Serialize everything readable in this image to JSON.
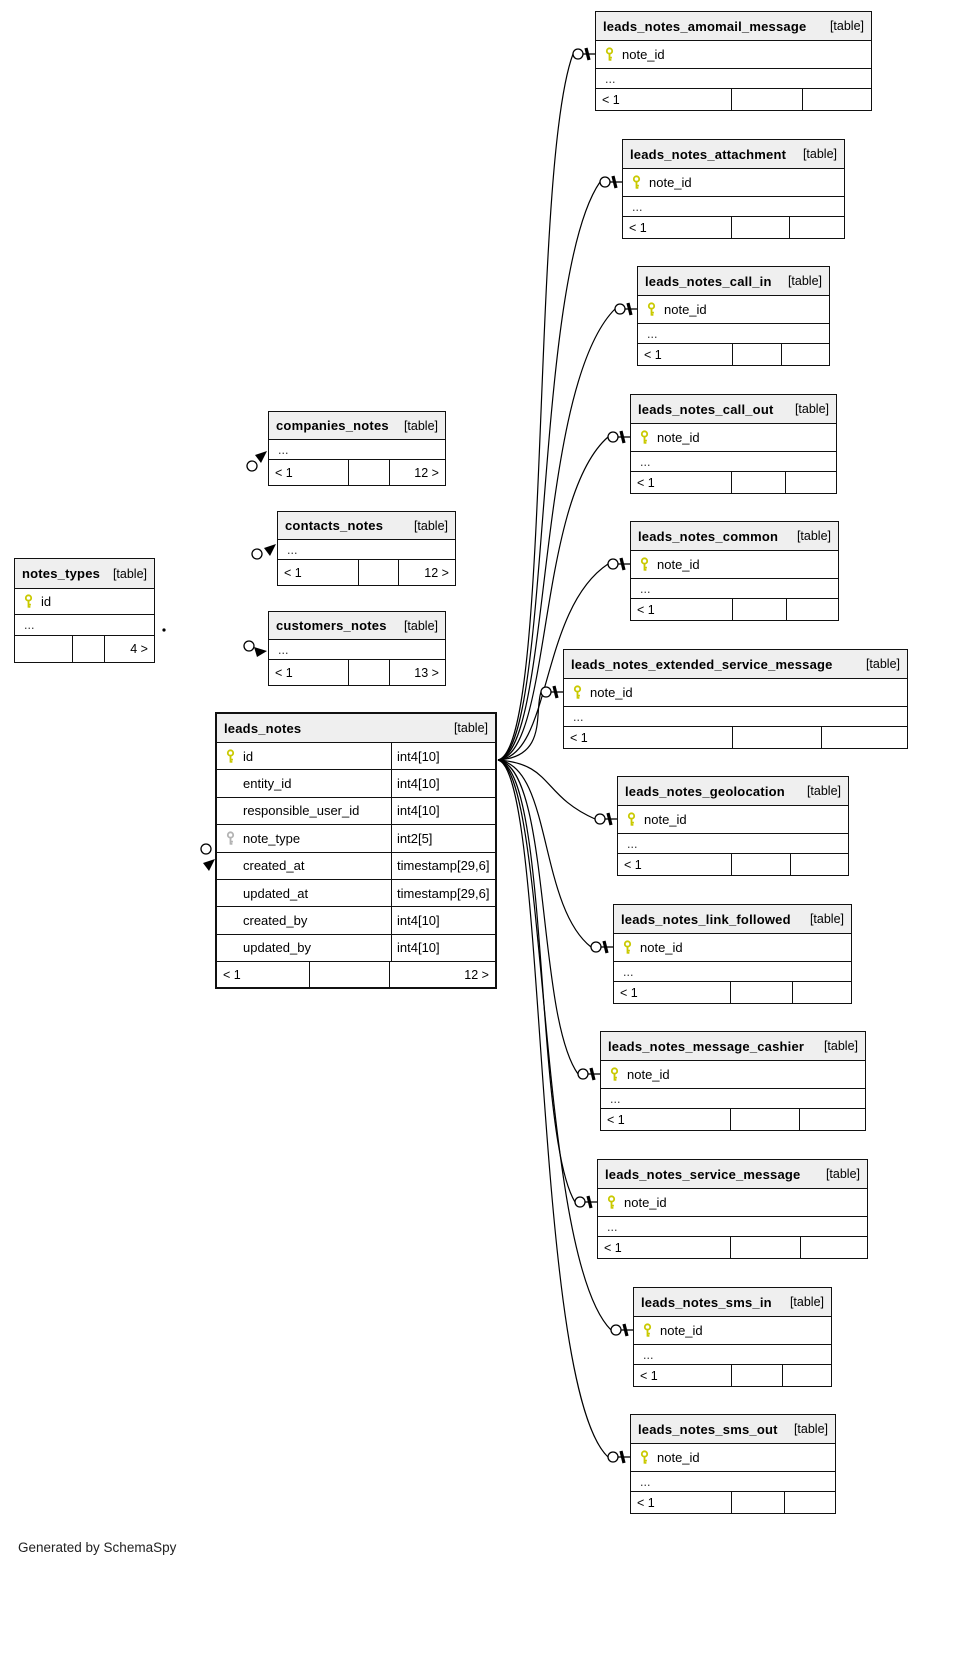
{
  "page": {
    "generated_by": "Generated by SchemaSpy"
  },
  "colors": {
    "primary_key": "#c9c900",
    "foreign_key": "#b3b3b3",
    "header_bg": "#efefef",
    "border": "#111111",
    "background": "#ffffff"
  },
  "tables": [
    {
      "id": "notes_types",
      "name": "notes_types",
      "tag": "[table]",
      "rows": [
        {
          "name": "id",
          "type": "",
          "key": "pk"
        }
      ],
      "ellipsis": "...",
      "footer": [
        "",
        "",
        "4 >"
      ]
    },
    {
      "id": "companies_notes",
      "name": "companies_notes",
      "tag": "[table]",
      "rows": [],
      "ellipsis": "...",
      "footer": [
        "< 1",
        "",
        "12 >"
      ]
    },
    {
      "id": "contacts_notes",
      "name": "contacts_notes",
      "tag": "[table]",
      "rows": [],
      "ellipsis": "...",
      "footer": [
        "< 1",
        "",
        "12 >"
      ]
    },
    {
      "id": "customers_notes",
      "name": "customers_notes",
      "tag": "[table]",
      "rows": [],
      "ellipsis": "...",
      "footer": [
        "< 1",
        "",
        "13 >"
      ]
    },
    {
      "id": "leads_notes",
      "name": "leads_notes",
      "tag": "[table]",
      "rows": [
        {
          "name": "id",
          "type": "int4[10]",
          "key": "pk"
        },
        {
          "name": "entity_id",
          "type": "int4[10]",
          "key": ""
        },
        {
          "name": "responsible_user_id",
          "type": "int4[10]",
          "key": ""
        },
        {
          "name": "note_type",
          "type": "int2[5]",
          "key": "fk"
        },
        {
          "name": "created_at",
          "type": "timestamp[29,6]",
          "key": ""
        },
        {
          "name": "updated_at",
          "type": "timestamp[29,6]",
          "key": ""
        },
        {
          "name": "created_by",
          "type": "int4[10]",
          "key": ""
        },
        {
          "name": "updated_by",
          "type": "int4[10]",
          "key": ""
        }
      ],
      "ellipsis": null,
      "footer": [
        "< 1",
        "",
        "12 >"
      ]
    },
    {
      "id": "leads_notes_amomail_message",
      "name": "leads_notes_amomail_message",
      "tag": "[table]",
      "rows": [
        {
          "name": "note_id",
          "type": "",
          "key": "pk"
        }
      ],
      "ellipsis": "...",
      "footer": [
        "< 1",
        "",
        ""
      ]
    },
    {
      "id": "leads_notes_attachment",
      "name": "leads_notes_attachment",
      "tag": "[table]",
      "rows": [
        {
          "name": "note_id",
          "type": "",
          "key": "pk"
        }
      ],
      "ellipsis": "...",
      "footer": [
        "< 1",
        "",
        ""
      ]
    },
    {
      "id": "leads_notes_call_in",
      "name": "leads_notes_call_in",
      "tag": "[table]",
      "rows": [
        {
          "name": "note_id",
          "type": "",
          "key": "pk"
        }
      ],
      "ellipsis": "...",
      "footer": [
        "< 1",
        "",
        ""
      ]
    },
    {
      "id": "leads_notes_call_out",
      "name": "leads_notes_call_out",
      "tag": "[table]",
      "rows": [
        {
          "name": "note_id",
          "type": "",
          "key": "pk"
        }
      ],
      "ellipsis": "...",
      "footer": [
        "< 1",
        "",
        ""
      ]
    },
    {
      "id": "leads_notes_common",
      "name": "leads_notes_common",
      "tag": "[table]",
      "rows": [
        {
          "name": "note_id",
          "type": "",
          "key": "pk"
        }
      ],
      "ellipsis": "...",
      "footer": [
        "< 1",
        "",
        ""
      ]
    },
    {
      "id": "leads_notes_extended_service_message",
      "name": "leads_notes_extended_service_message",
      "tag": "[table]",
      "rows": [
        {
          "name": "note_id",
          "type": "",
          "key": "pk"
        }
      ],
      "ellipsis": "...",
      "footer": [
        "< 1",
        "",
        ""
      ]
    },
    {
      "id": "leads_notes_geolocation",
      "name": "leads_notes_geolocation",
      "tag": "[table]",
      "rows": [
        {
          "name": "note_id",
          "type": "",
          "key": "pk"
        }
      ],
      "ellipsis": "...",
      "footer": [
        "< 1",
        "",
        ""
      ]
    },
    {
      "id": "leads_notes_link_followed",
      "name": "leads_notes_link_followed",
      "tag": "[table]",
      "rows": [
        {
          "name": "note_id",
          "type": "",
          "key": "pk"
        }
      ],
      "ellipsis": "...",
      "footer": [
        "< 1",
        "",
        ""
      ]
    },
    {
      "id": "leads_notes_message_cashier",
      "name": "leads_notes_message_cashier",
      "tag": "[table]",
      "rows": [
        {
          "name": "note_id",
          "type": "",
          "key": "pk"
        }
      ],
      "ellipsis": "...",
      "footer": [
        "< 1",
        "",
        ""
      ]
    },
    {
      "id": "leads_notes_service_message",
      "name": "leads_notes_service_message",
      "tag": "[table]",
      "rows": [
        {
          "name": "note_id",
          "type": "",
          "key": "pk"
        }
      ],
      "ellipsis": "...",
      "footer": [
        "< 1",
        "",
        ""
      ]
    },
    {
      "id": "leads_notes_sms_in",
      "name": "leads_notes_sms_in",
      "tag": "[table]",
      "rows": [
        {
          "name": "note_id",
          "type": "",
          "key": "pk"
        }
      ],
      "ellipsis": "...",
      "footer": [
        "< 1",
        "",
        ""
      ]
    },
    {
      "id": "leads_notes_sms_out",
      "name": "leads_notes_sms_out",
      "tag": "[table]",
      "rows": [
        {
          "name": "note_id",
          "type": "",
          "key": "pk"
        }
      ],
      "ellipsis": "...",
      "footer": [
        "< 1",
        "",
        ""
      ]
    }
  ]
}
